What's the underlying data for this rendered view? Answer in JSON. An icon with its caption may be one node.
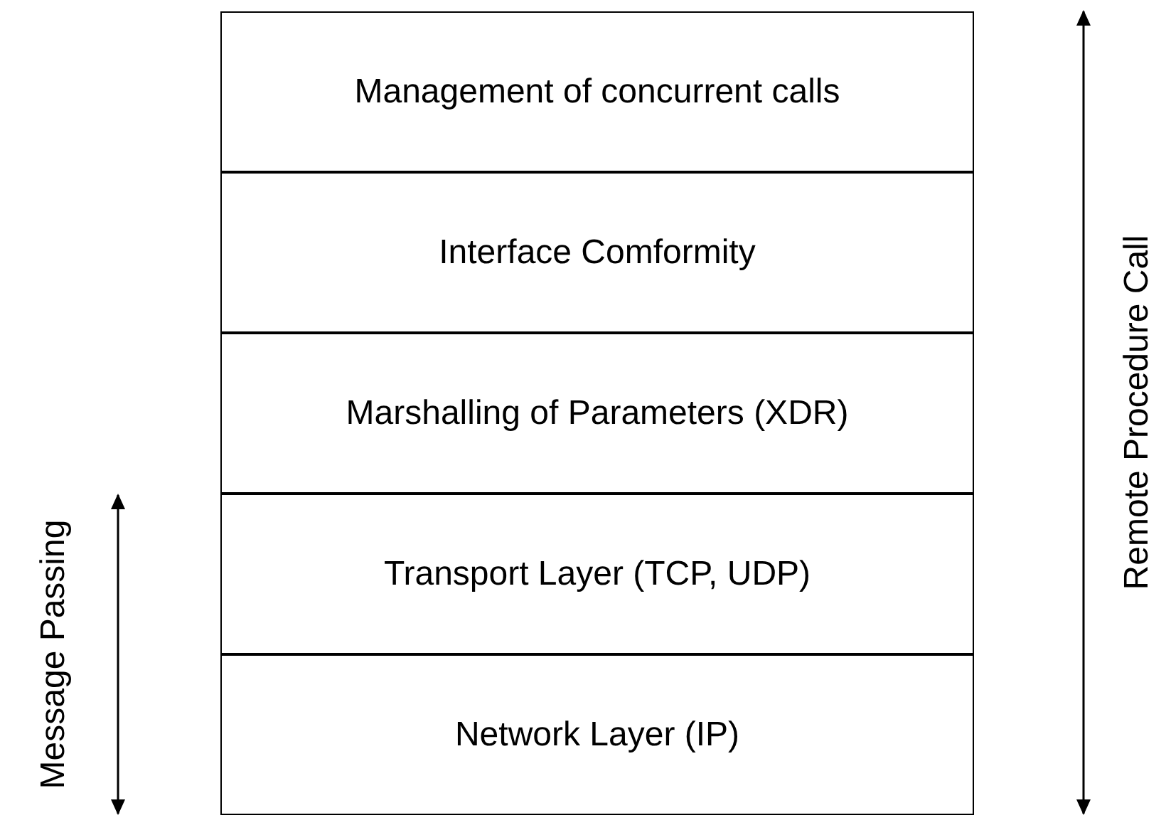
{
  "diagram": {
    "nodes": [
      {
        "text": [
          "Management of concurrent calls"
        ]
      },
      {
        "text": [
          "Interface Comformity"
        ]
      },
      {
        "text": [
          "Marshalling of Parameters (XDR)"
        ]
      },
      {
        "text": [
          "Transport Layer (TCP, UDP)"
        ]
      },
      {
        "text": [
          "Network Layer (IP)"
        ]
      }
    ],
    "labels": [
      "Message Passing",
      "Remote Procedure Call"
    ]
  }
}
